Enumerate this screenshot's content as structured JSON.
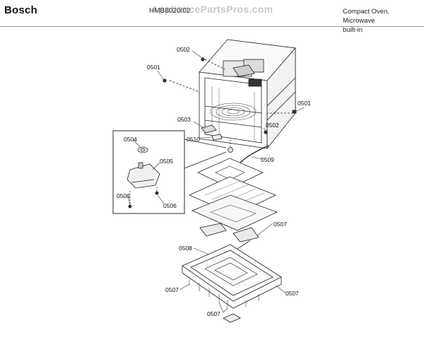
{
  "header": {
    "brand": "Bosch",
    "model": "HMB8020/02",
    "watermark": "AppliancePartsPros.com",
    "category_line1": "Compact Oven, Microwave",
    "category_line2": "built-in"
  },
  "callouts": {
    "c0502_top": "0502",
    "c0501_left": "0501",
    "c0501_right": "0501",
    "c0503": "0503",
    "c0502_mid": "0502",
    "c0510": "0510",
    "c0504": "0504",
    "c0505": "0505",
    "c0509": "0509",
    "c0506_left": "0506",
    "c0506_right": "0506",
    "c0507_mid": "0507",
    "c0508": "0508",
    "c0507_left": "0507",
    "c0507_right": "0507",
    "c0507_bottom": "0507"
  }
}
